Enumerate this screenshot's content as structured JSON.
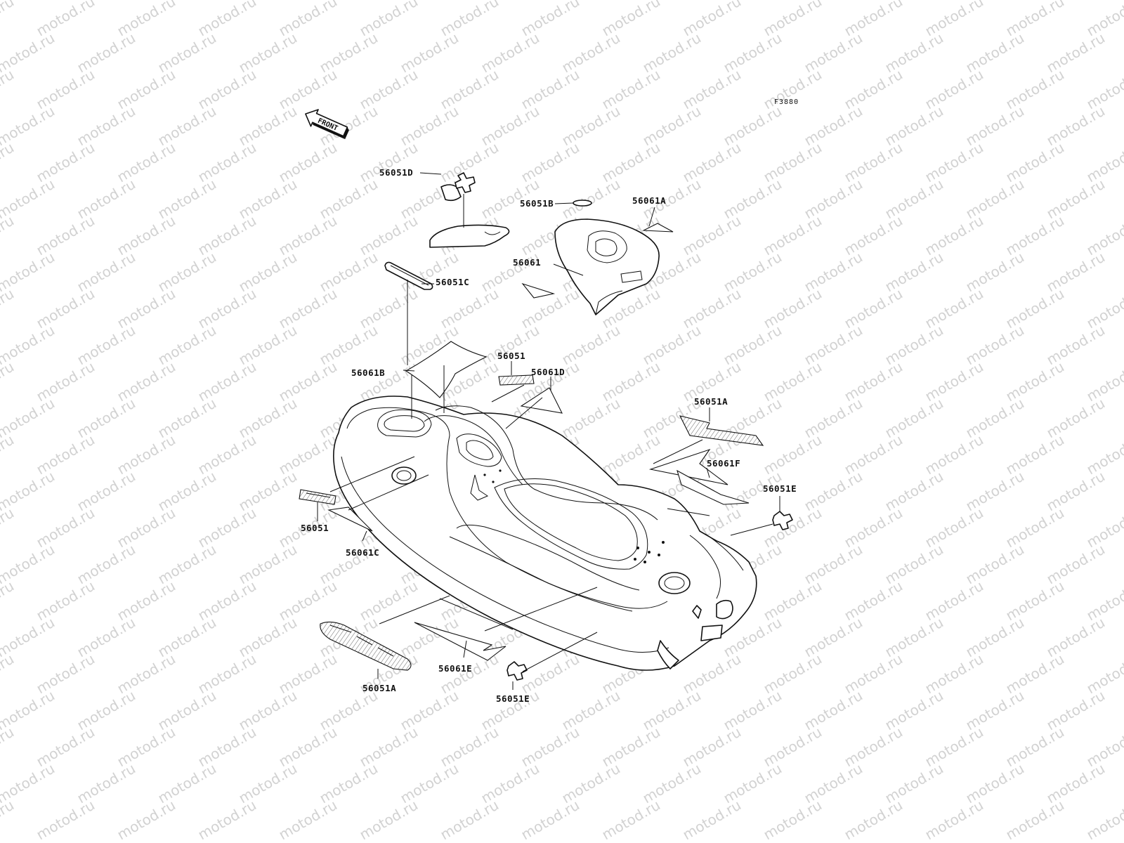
{
  "watermark": "motod.ru",
  "figure_code": "F3880",
  "front_label": "FRONT",
  "callouts": {
    "c_56051D": "56051D",
    "c_56051B": "56051B",
    "c_56061A": "56061A",
    "c_56061": "56061",
    "c_56051C": "56051C",
    "c_56061B": "56061B",
    "c_56051_top": "56051",
    "c_56061D": "56061D",
    "c_56051A_right": "56051A",
    "c_56061F": "56061F",
    "c_56051E_right": "56051E",
    "c_56051_left": "56051",
    "c_56061C": "56061C",
    "c_56051A_bottom": "56051A",
    "c_56061E": "56061E",
    "c_56051E_bottom": "56051E"
  }
}
